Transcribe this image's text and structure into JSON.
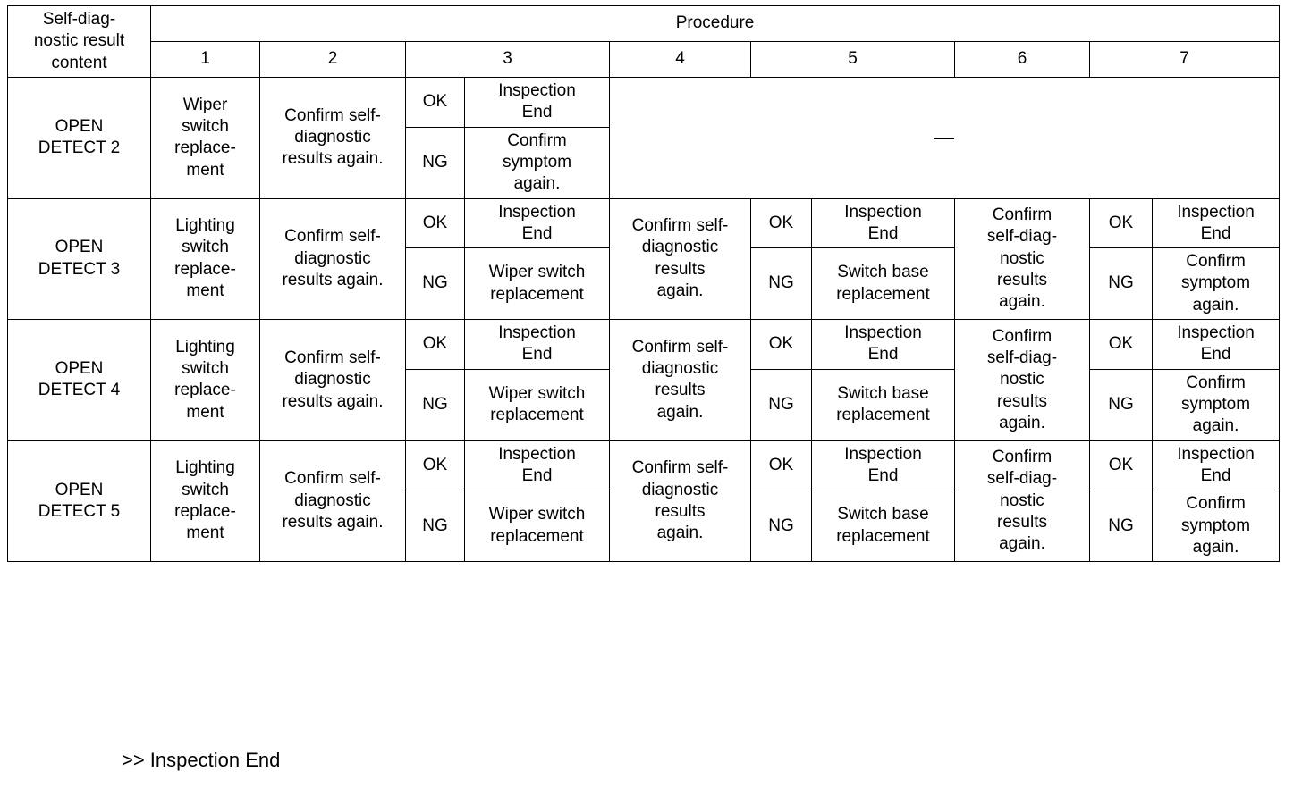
{
  "table": {
    "header": {
      "row_label": "Self-diag-\nnostic result\ncontent",
      "procedure_title": "Procedure",
      "step_numbers": [
        "1",
        "2",
        "3",
        "4",
        "5",
        "6",
        "7"
      ]
    },
    "judgement": {
      "ok": "OK",
      "ng": "NG"
    },
    "dash": "—",
    "rows": [
      {
        "label": "OPEN\nDETECT  2",
        "step1": "Wiper\nswitch\nreplace-\nment",
        "step2": "Confirm self-\ndiagnostic\nresults again.",
        "step3_ok": "Inspection\nEnd",
        "step3_ng": "Confirm\nsymptom\nagain.",
        "rest_merged": true,
        "step4": "",
        "step5_ok": "",
        "step5_ng": "",
        "step6": "",
        "step7_ok": "",
        "step7_ng": ""
      },
      {
        "label": "OPEN\nDETECT  3",
        "step1": "Lighting\nswitch\nreplace-\nment",
        "step2": "Confirm self-\ndiagnostic\nresults again.",
        "step3_ok": "Inspection\nEnd",
        "step3_ng": "Wiper switch\nreplacement",
        "rest_merged": false,
        "step4": "Confirm self-\ndiagnostic\nresults\nagain.",
        "step5_ok": "Inspection\nEnd",
        "step5_ng": "Switch base\nreplacement",
        "step6": "Confirm\nself-diag-\nnostic\nresults\nagain.",
        "step7_ok": "Inspection\nEnd",
        "step7_ng": "Confirm\nsymptom\nagain."
      },
      {
        "label": "OPEN\nDETECT  4",
        "step1": "Lighting\nswitch\nreplace-\nment",
        "step2": "Confirm self-\ndiagnostic\nresults again.",
        "step3_ok": "Inspection\nEnd",
        "step3_ng": "Wiper switch\nreplacement",
        "rest_merged": false,
        "step4": "Confirm self-\ndiagnostic\nresults\nagain.",
        "step5_ok": "Inspection\nEnd",
        "step5_ng": "Switch base\nreplacement",
        "step6": "Confirm\nself-diag-\nnostic\nresults\nagain.",
        "step7_ok": "Inspection\nEnd",
        "step7_ng": "Confirm\nsymptom\nagain."
      },
      {
        "label": "OPEN\nDETECT  5",
        "step1": "Lighting\nswitch\nreplace-\nment",
        "step2": "Confirm self-\ndiagnostic\nresults again.",
        "step3_ok": "Inspection\nEnd",
        "step3_ng": "Wiper switch\nreplacement",
        "rest_merged": false,
        "step4": "Confirm self-\ndiagnostic\nresults\nagain.",
        "step5_ok": "Inspection\nEnd",
        "step5_ng": "Switch base\nreplacement",
        "step6": "Confirm\nself-diag-\nnostic\nresults\nagain.",
        "step7_ok": "Inspection\nEnd",
        "step7_ng": "Confirm\nsymptom\nagain."
      }
    ]
  },
  "footer": {
    "text": ">> Inspection End"
  }
}
